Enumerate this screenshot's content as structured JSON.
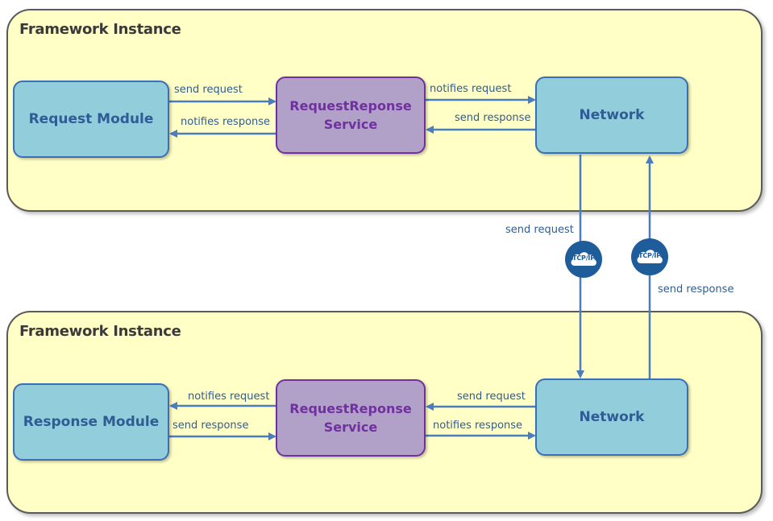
{
  "top_instance": {
    "title": "Framework Instance",
    "request_module": "Request Module",
    "service_line1": "RequestReponse",
    "service_line2": "Service",
    "network": "Network",
    "label_send_request_left": "send request",
    "label_notifies_response_left": "notifies response",
    "label_notifies_request_right": "notifies request",
    "label_send_response_right": "send response"
  },
  "bottom_instance": {
    "title": "Framework Instance",
    "response_module": "Response Module",
    "service_line1": "RequestReponse",
    "service_line2": "Service",
    "network": "Network",
    "label_notifies_request_left": "notifies request",
    "label_send_response_left": "send response",
    "label_send_request_right": "send request",
    "label_notifies_response_right": "notifies response"
  },
  "between": {
    "label_send_request": "send request",
    "label_send_response": "send response",
    "tcp_badge_left": "TCP/IP",
    "tcp_badge_right": "TCP/IP"
  },
  "colors": {
    "instance_fill": "#ffffc6",
    "box_blue": "#92cddc",
    "box_purple": "#b1a0c8",
    "arrow": "#4a7cc0",
    "tcp_badge": "#1f5c9a"
  }
}
